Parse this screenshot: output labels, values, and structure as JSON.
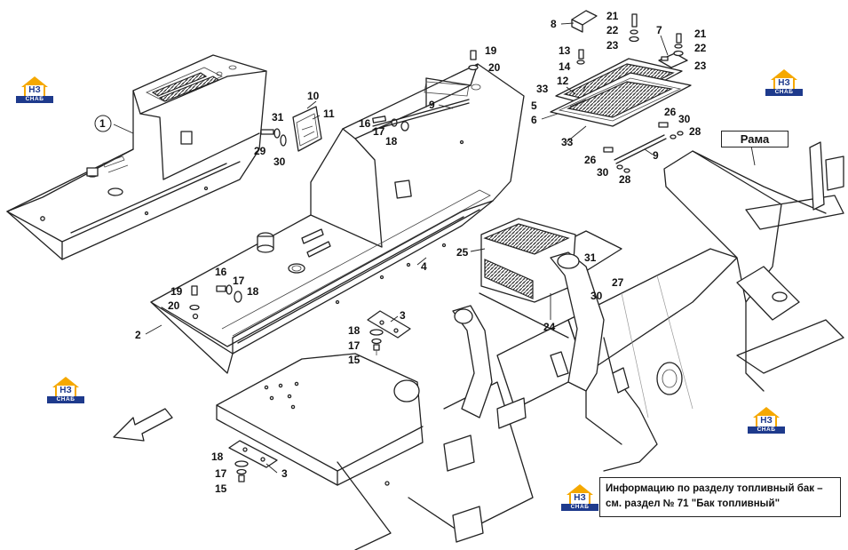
{
  "labels": {
    "1": "1",
    "2": "2",
    "3": "3",
    "4": "4",
    "5": "5",
    "6": "6",
    "7": "7",
    "8": "8",
    "9": "9",
    "10": "10",
    "11": "11",
    "12": "12",
    "13": "13",
    "14": "14",
    "15": "15",
    "16": "16",
    "17": "17",
    "18": "18",
    "19": "19",
    "20": "20",
    "21": "21",
    "22": "22",
    "23": "23",
    "24": "24",
    "25": "25",
    "26": "26",
    "27": "27",
    "28": "28",
    "29": "29",
    "30": "30",
    "31": "31",
    "33": "33"
  },
  "frame_label": "Рама",
  "info_text": {
    "line1": "Информацию по разделу топливный бак –",
    "line2": "см. раздел № 71 \"Бак топливный\""
  },
  "logo": {
    "mark": "НЗ",
    "caption": "СНАБ",
    "colors": {
      "roof": "#f5a800",
      "band": "#1e3a8c"
    }
  },
  "arrow_icon": "direction-arrow-icon"
}
